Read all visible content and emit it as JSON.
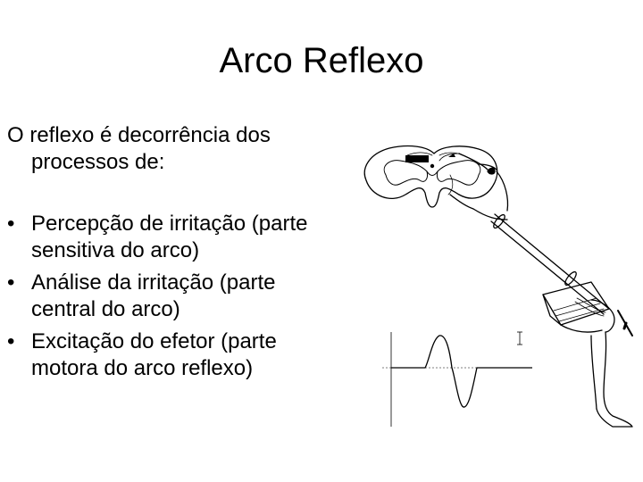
{
  "slide": {
    "title": "Arco Reflexo",
    "intro_line1": "O reflexo é decorrência dos",
    "intro_line2": "processos de:",
    "bullet_glyph": "•",
    "bullets": [
      {
        "line1": "Percepção de irritação (parte",
        "line2": "sensitiva do arco)"
      },
      {
        "line1": "Análise da irritação (parte",
        "line2": "central do arco)"
      },
      {
        "line1": "Excitação do efetor (parte",
        "line2": "motora do arco reflexo)"
      }
    ]
  },
  "figure": {
    "icon": "reflex-arc-illustration",
    "stroke_color": "#000000"
  }
}
